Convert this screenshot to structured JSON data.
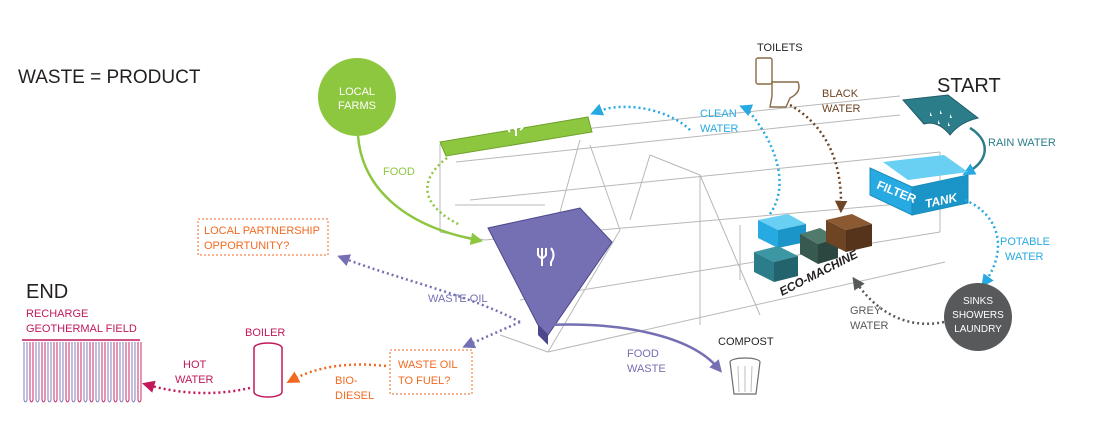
{
  "title": "WASTE = PRODUCT",
  "start_label": "START",
  "end_label": "END",
  "nodes": {
    "local_farms": [
      "LOCAL",
      "FARMS"
    ],
    "toilets": "TOILETS",
    "sinks": [
      "SINKS",
      "SHOWERS",
      "LAUNDRY"
    ],
    "filter": "FILTER",
    "tank": "TANK",
    "eco_machine": "ECO-MACHINE",
    "boiler": "BOILER",
    "compost": "COMPOST",
    "geothermal": [
      "RECHARGE",
      "GEOTHERMAL FIELD"
    ]
  },
  "flows": {
    "food": "FOOD",
    "clean_water": [
      "CLEAN",
      "WATER"
    ],
    "black_water": [
      "BLACK",
      "WATER"
    ],
    "rain_water": "RAIN WATER",
    "potable_water": [
      "POTABLE",
      "WATER"
    ],
    "grey_water": [
      "GREY",
      "WATER"
    ],
    "waste_oil": "WASTE OIL",
    "food_waste": [
      "FOOD",
      "WASTE"
    ],
    "bio_diesel": [
      "BIO-",
      "DIESEL"
    ],
    "hot_water": [
      "HOT",
      "WATER"
    ]
  },
  "callouts": {
    "local_partnership": [
      "LOCAL PARTNERSHIP",
      "OPPORTUNITY?"
    ],
    "waste_oil_fuel": [
      "WASTE OIL",
      "TO FUEL?"
    ]
  },
  "colors": {
    "green": "#8dc63f",
    "blue": "#27aae1",
    "purple": "#7470b3",
    "brown": "#6d4424",
    "orange": "#f26a21",
    "magenta": "#c2185b",
    "gray": "#58595b",
    "teal": "#2c7d8a",
    "dark_green": "#38594f"
  }
}
